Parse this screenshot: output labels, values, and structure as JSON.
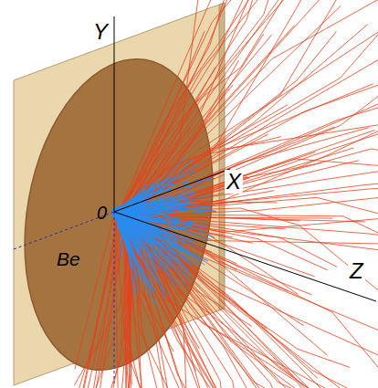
{
  "diagram": {
    "nodes": [
      {
        "text": [
          "Be"
        ]
      }
    ],
    "labels": [
      "Y",
      "X",
      "0",
      "Z"
    ]
  }
}
